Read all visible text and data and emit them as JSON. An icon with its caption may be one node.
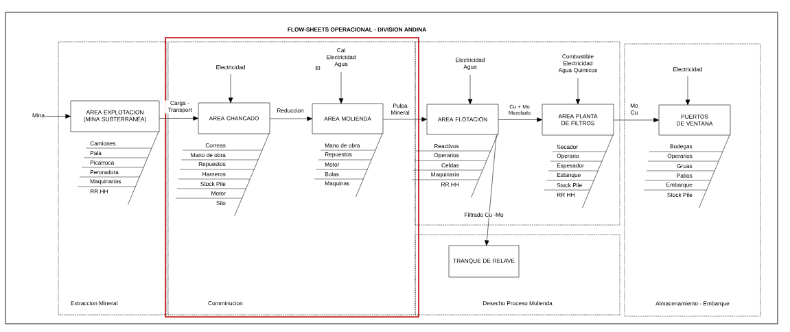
{
  "diagram": {
    "title": "FLOW-SHEETS  OPERACIONAL - DIVISION ANDINA",
    "nodes": [
      {
        "text": [
          "Extraccion Mineral"
        ]
      },
      {
        "text": [
          "Mina"
        ]
      },
      {
        "text": [
          "AREA EXPLOTACION (MINA SUBTERRANEA)"
        ],
        "in": 0,
        "beside": [
          "Camiones",
          "Pala",
          "Picarroca",
          "Peroradora",
          "Maquinarias",
          "RR.HH"
        ]
      },
      {
        "text": [
          "Comminucion"
        ]
      },
      {
        "text": [
          "Electricidad"
        ],
        "in": 3
      },
      {
        "text": [
          "AREA CHANCADO"
        ],
        "in": 3,
        "beside": [
          "Correas",
          "Mano de obra",
          "Repuestos",
          "Harneros",
          "Stock Pile",
          "Motor",
          "Silo"
        ]
      },
      {
        "text": [
          "Cal Electricidad Agua"
        ],
        "in": 3
      },
      {
        "text": [
          "AREA MOLIENDA"
        ],
        "in": 3,
        "beside": [
          "Mano de obra",
          "Repuestos",
          "Motor",
          "Bolas",
          "Maquinas"
        ]
      },
      {
        "text": [],
        "shape": "box"
      },
      {
        "text": [
          "Electricidad Agua"
        ],
        "in": 8
      },
      {
        "text": [
          "AREA FLOTACION"
        ],
        "in": 8,
        "beside": [
          "Reactivos",
          "Operarios",
          "Celdas",
          "Maquinaria",
          "RR.HH"
        ]
      },
      {
        "text": [
          "Combustible Electricidad Agua Quimicos"
        ],
        "in": 8
      },
      {
        "text": [
          "AREA PLANTA DE FILTROS"
        ],
        "in": 8,
        "beside": [
          "Secador",
          "Operario",
          "Espesador",
          "Estanque",
          "Stock Pile",
          "RR HH"
        ]
      },
      {
        "text": [
          "Desecho Proceso Molienda"
        ]
      },
      {
        "text": [
          "TRANQUE DE RELAVE"
        ],
        "in": 13
      },
      {
        "text": [
          "Almacenamiento - Embarque"
        ]
      },
      {
        "text": [
          "Electricidad"
        ],
        "in": 15
      },
      {
        "text": [
          "PUERTOS DE VENTANA"
        ],
        "in": 15,
        "beside": [
          "Bodegas",
          "Operarios",
          "Gruas",
          "Patios",
          "Embarque",
          "Stock Pile"
        ]
      }
    ],
    "edges": [
      {
        "from": 1,
        "to": 2,
        "arrow": "to"
      },
      {
        "from": 2,
        "to": 5,
        "arrow": "to",
        "label": "Carga - Transport"
      },
      {
        "from": 4,
        "to": 5,
        "arrow": "to"
      },
      {
        "from": 5,
        "to": 7,
        "arrow": "to",
        "label": "Reduccion"
      },
      {
        "from": 6,
        "to": 7,
        "arrow": "to"
      },
      {
        "from": 7,
        "to": 10,
        "arrow": "to",
        "label": "Pulpa Mineral"
      },
      {
        "from": 9,
        "to": 10,
        "arrow": "to"
      },
      {
        "from": 10,
        "to": 12,
        "arrow": "to",
        "label": "Cu + Mo Mezclado"
      },
      {
        "from": 11,
        "to": 12,
        "arrow": "to"
      },
      {
        "from": 10,
        "to": 14,
        "arrow": "to",
        "label": "Filtrado Cu -Mo"
      },
      {
        "from": 12,
        "to": 17,
        "arrow": "to",
        "label": "Mo Cu"
      },
      {
        "from": 16,
        "to": 17,
        "arrow": "to"
      }
    ],
    "labels": [
      "El"
    ]
  }
}
